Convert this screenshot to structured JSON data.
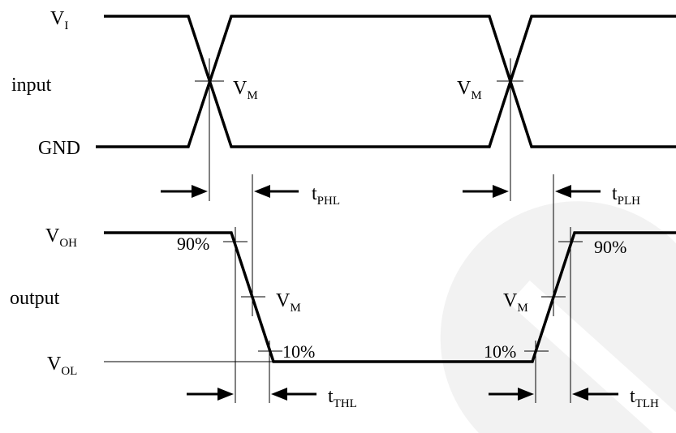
{
  "labels": {
    "vi_main": "V",
    "vi_sub": "I",
    "input": "input",
    "gnd": "GND",
    "vm_main": "V",
    "vm_sub": "M",
    "tphl_main": "t",
    "tphl_sub": "PHL",
    "tplh_main": "t",
    "tplh_sub": "PLH",
    "voh_main": "V",
    "voh_sub": "OH",
    "output": "output",
    "vol_main": "V",
    "vol_sub": "OL",
    "pct90": "90%",
    "pct10": "10%",
    "tthl_main": "t",
    "tthl_sub": "THL",
    "ttlh_main": "t",
    "ttlh_sub": "TLH"
  },
  "colors": {
    "line": "#000000",
    "watermark": "#f0f0f0"
  }
}
